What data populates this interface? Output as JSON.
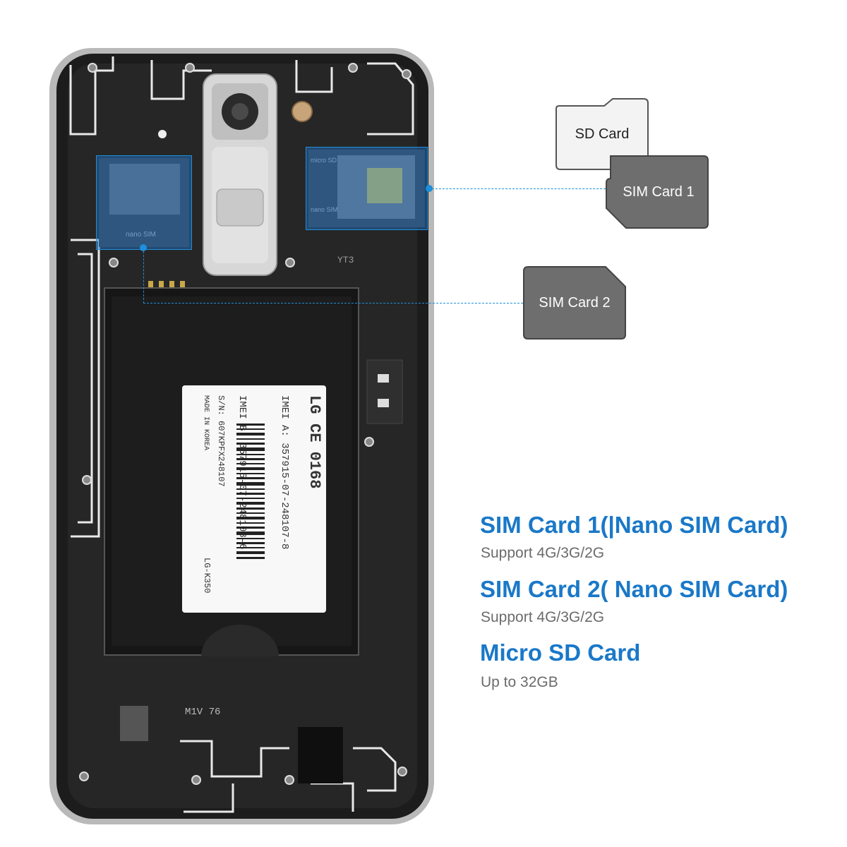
{
  "phone": {
    "label_lg": "LG",
    "label_ce": "CE 0168",
    "imei_a": "IMEI A: 357915-07-248107-8",
    "imei_b": "IMEI B: 357915-07-248108-6",
    "serial": "S/N: 607KPFX248107",
    "made_in": "MADE IN KOREA",
    "model": "LG-K350",
    "board_code_1": "YT3",
    "board_code_2": "M1V 76",
    "nano_sim_mark": "nano SIM",
    "micro_sd_mark": "micro SD",
    "nano_sim_mark_2": "nano SIM"
  },
  "cards": {
    "sd": "SD Card",
    "sim1": "SIM Card 1",
    "sim2": "SIM Card 2"
  },
  "features": [
    {
      "title": "SIM Card 1(|Nano SIM Card)",
      "detail": "Support 4G/3G/2G"
    },
    {
      "title": "SIM Card 2( Nano SIM Card)",
      "detail": "Support 4G/3G/2G"
    },
    {
      "title": "Micro SD Card",
      "detail": "Up to 32GB"
    }
  ],
  "colors": {
    "accent": "#1a78c8",
    "highlight": "#1e8fd9",
    "phone_body": "#1e1e1e",
    "sim_card": "#6b6b6b",
    "sd_card": "#f2f2f2"
  }
}
